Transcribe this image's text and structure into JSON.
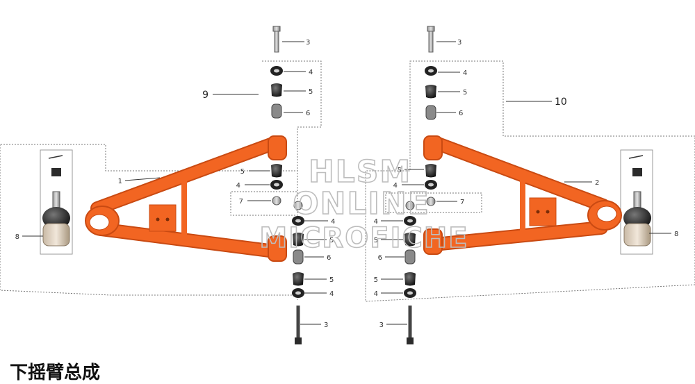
{
  "page_title": "下摇臂总成",
  "watermark": {
    "line1": "HLSM",
    "line2": "ONLINE",
    "line3": "MICROFICHE"
  },
  "assemblies": {
    "left": "9",
    "right": "10"
  },
  "part_numbers": {
    "arm_left": "1",
    "arm_right": "2",
    "bolt": "3",
    "washer": "4",
    "bushing": "5",
    "sleeve": "6",
    "grease_fitting": "7",
    "ball_joint": "8"
  },
  "colors": {
    "arm": "#f26522",
    "arm_dark": "#c94a12",
    "hardware": "#2b2b2b",
    "outline": "#777777"
  }
}
